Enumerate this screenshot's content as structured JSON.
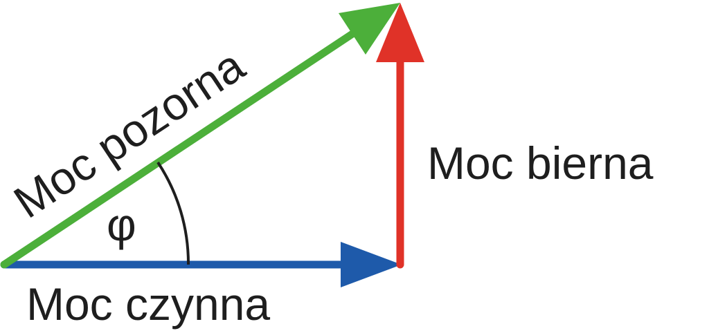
{
  "diagram": {
    "labels": {
      "apparent": "Moc pozorna",
      "reactive": "Moc bierna",
      "active": "Moc czynna",
      "angle": "φ"
    },
    "colors": {
      "apparent": "#4caf3a",
      "reactive": "#e03228",
      "active": "#1e5aaa",
      "text": "#1e1e1e",
      "arc": "#1e1e1e"
    }
  }
}
